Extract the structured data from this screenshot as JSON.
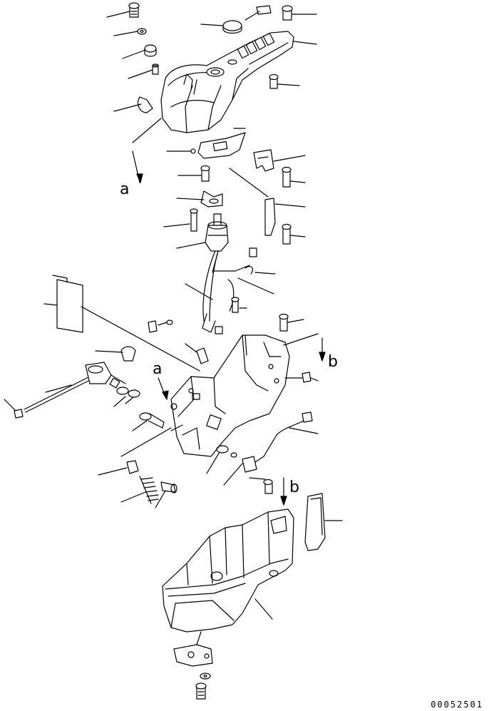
{
  "diagram": {
    "view_labels": [
      "a",
      "a",
      "b",
      "b"
    ],
    "drawing_number": "00052501"
  }
}
